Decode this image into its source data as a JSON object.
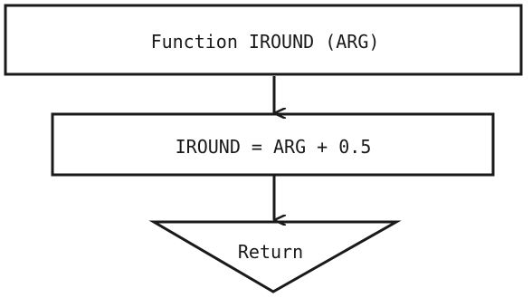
{
  "flowchart": {
    "nodes": [
      {
        "id": "start",
        "shape": "rectangle",
        "text": "Function IROUND (ARG)"
      },
      {
        "id": "assign",
        "shape": "rectangle",
        "text": "IROUND = ARG + 0.5"
      },
      {
        "id": "end",
        "shape": "inverted-triangle",
        "text": "Return"
      }
    ],
    "edges": [
      {
        "from": "start",
        "to": "assign"
      },
      {
        "from": "assign",
        "to": "end"
      }
    ],
    "colors": {
      "stroke": "#1a1a1a",
      "background": "#ffffff"
    }
  }
}
